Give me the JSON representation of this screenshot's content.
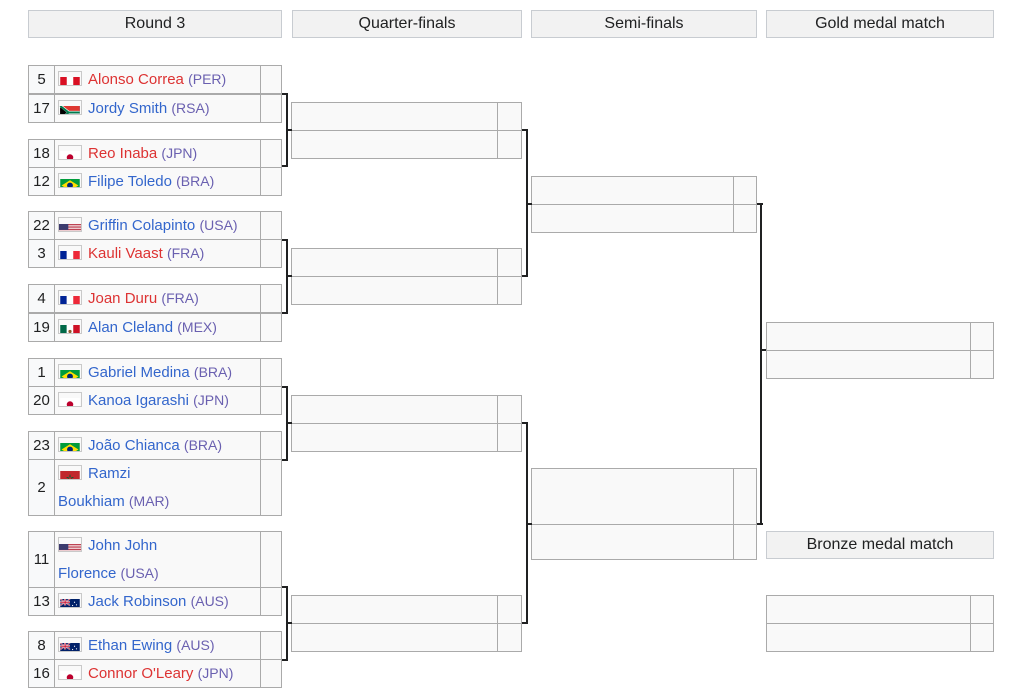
{
  "headers": {
    "round3": "Round 3",
    "quarterfinals": "Quarter-finals",
    "semifinals": "Semi-finals",
    "gold": "Gold medal match",
    "bronze": "Bronze medal match"
  },
  "round3": [
    {
      "seed": "5",
      "name": "Alonso Correa",
      "country": "PER",
      "flag": "peru-flag-icon",
      "color": "red"
    },
    {
      "seed": "17",
      "name": "Jordy Smith",
      "country": "RSA",
      "flag": "south-africa-flag-icon",
      "color": "blue"
    },
    {
      "seed": "18",
      "name": "Reo Inaba",
      "country": "JPN",
      "flag": "japan-flag-icon",
      "color": "red"
    },
    {
      "seed": "12",
      "name": "Filipe Toledo",
      "country": "BRA",
      "flag": "brazil-flag-icon",
      "color": "blue"
    },
    {
      "seed": "22",
      "name": "Griffin Colapinto",
      "country": "USA",
      "flag": "usa-flag-icon",
      "color": "blue"
    },
    {
      "seed": "3",
      "name": "Kauli Vaast",
      "country": "FRA",
      "flag": "france-flag-icon",
      "color": "red"
    },
    {
      "seed": "4",
      "name": "Joan Duru",
      "country": "FRA",
      "flag": "france-flag-icon",
      "color": "red"
    },
    {
      "seed": "19",
      "name": "Alan Cleland",
      "country": "MEX",
      "flag": "mexico-flag-icon",
      "color": "blue"
    },
    {
      "seed": "1",
      "name": "Gabriel Medina",
      "country": "BRA",
      "flag": "brazil-flag-icon",
      "color": "blue"
    },
    {
      "seed": "20",
      "name": "Kanoa Igarashi",
      "country": "JPN",
      "flag": "japan-flag-icon",
      "color": "blue"
    },
    {
      "seed": "23",
      "name": "João Chianca",
      "country": "BRA",
      "flag": "brazil-flag-icon",
      "color": "blue"
    },
    {
      "seed": "2",
      "name_line1": "Ramzi",
      "name_line2": "Boukhiam",
      "country": "MAR",
      "flag": "morocco-flag-icon",
      "color": "blue"
    },
    {
      "seed": "11",
      "name_line1": "John John",
      "name_line2": "Florence",
      "country": "USA",
      "flag": "usa-flag-icon",
      "color": "blue"
    },
    {
      "seed": "13",
      "name": "Jack Robinson",
      "country": "AUS",
      "flag": "australia-flag-icon",
      "color": "blue"
    },
    {
      "seed": "8",
      "name": "Ethan Ewing",
      "country": "AUS",
      "flag": "australia-flag-icon",
      "color": "blue"
    },
    {
      "seed": "16",
      "name": "Connor O'Leary",
      "country": "JPN",
      "flag": "japan-flag-icon",
      "color": "red"
    }
  ],
  "colors": {
    "red": "#dd3333",
    "blue": "#3366cc",
    "country": "#6a60b0",
    "header_bg": "#f2f2f2",
    "cell_bg": "#f9f9f9",
    "border": "#aaaaaa",
    "line": "#202122"
  }
}
